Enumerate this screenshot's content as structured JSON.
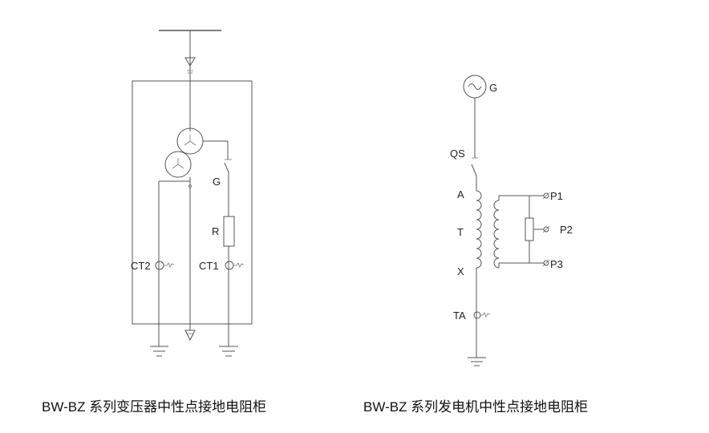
{
  "left_diagram": {
    "caption": "BW-BZ 系列变压器中性点接地电阻柜",
    "labels": {
      "switch": "G",
      "resistor": "R",
      "ct2": "CT2",
      "ct1": "CT1"
    }
  },
  "right_diagram": {
    "caption": "BW-BZ 系列发电机中性点接地电阻柜",
    "labels": {
      "generator": "G",
      "disconnector": "QS",
      "a": "A",
      "t": "T",
      "x": "X",
      "p1": "P1",
      "p2": "P2",
      "p3": "P3",
      "ta": "TA"
    }
  },
  "colors": {
    "line": "#555555",
    "text": "#222222",
    "background": "#ffffff"
  }
}
